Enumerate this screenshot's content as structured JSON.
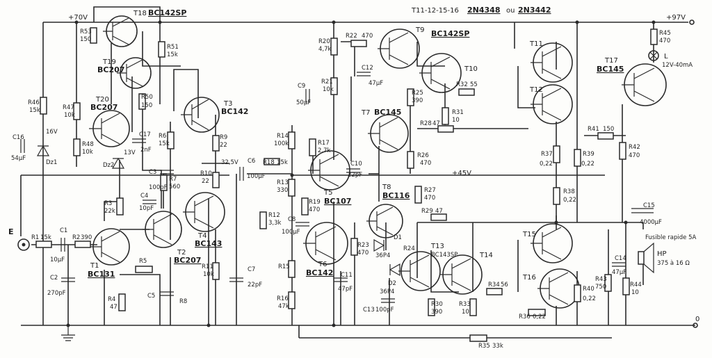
{
  "rails": {
    "v70": "+70V",
    "v97": "+97V",
    "v45": "+45V",
    "out": "0",
    "input": "E"
  },
  "header": {
    "tr_group": "T11-12-15-16",
    "part_a": "2N4348",
    "sep": "ou",
    "part_b": "2N3442"
  },
  "transistors": [
    {
      "ref": "T18",
      "type": "BC142SP"
    },
    {
      "ref": "T19",
      "type": "BC207"
    },
    {
      "ref": "T20",
      "type": "BC207"
    },
    {
      "ref": "T3",
      "type": "BC142"
    },
    {
      "ref": "T1",
      "type": "BC131"
    },
    {
      "ref": "T2",
      "type": "BC207"
    },
    {
      "ref": "T4",
      "type": "BC143"
    },
    {
      "ref": "T5",
      "type": "BC107"
    },
    {
      "ref": "T6",
      "type": "BC142"
    },
    {
      "ref": "T7",
      "type": "BC145"
    },
    {
      "ref": "T8",
      "type": "BC116"
    },
    {
      "ref": "T9",
      "type": "BC142SP"
    },
    {
      "ref": "T10",
      "type": ""
    },
    {
      "ref": "T11",
      "type": ""
    },
    {
      "ref": "T12",
      "type": ""
    },
    {
      "ref": "T13",
      "type": "BC143SP"
    },
    {
      "ref": "T14",
      "type": ""
    },
    {
      "ref": "T15",
      "type": ""
    },
    {
      "ref": "T16",
      "type": ""
    },
    {
      "ref": "T17",
      "type": "BC145"
    }
  ],
  "resistors": [
    {
      "ref": "R53",
      "value": "150"
    },
    {
      "ref": "R51",
      "value": "15k"
    },
    {
      "ref": "R46",
      "value": "15k"
    },
    {
      "ref": "R47",
      "value": "10k"
    },
    {
      "ref": "R48",
      "value": "10k"
    },
    {
      "ref": "R50",
      "value": "150"
    },
    {
      "ref": "R6",
      "value": "15k"
    },
    {
      "ref": "R7",
      "value": "560"
    },
    {
      "ref": "R9",
      "value": "22"
    },
    {
      "ref": "R10",
      "value": "22"
    },
    {
      "ref": "R3",
      "value": "22k"
    },
    {
      "ref": "R1",
      "value": "15k"
    },
    {
      "ref": "R2",
      "value": "390"
    },
    {
      "ref": "R5",
      "value": ""
    },
    {
      "ref": "R4",
      "value": "47"
    },
    {
      "ref": "R8",
      "value": ""
    },
    {
      "ref": "R11",
      "value": "10k"
    },
    {
      "ref": "R12",
      "value": "3,3k"
    },
    {
      "ref": "R13",
      "value": "330"
    },
    {
      "ref": "R14",
      "value": "100k"
    },
    {
      "ref": "R15",
      "value": ""
    },
    {
      "ref": "R16",
      "value": "47k"
    },
    {
      "ref": "R17",
      "value": "2,7k"
    },
    {
      "ref": "R18",
      "value": "15k"
    },
    {
      "ref": "R19",
      "value": "470"
    },
    {
      "ref": "R20",
      "value": "4,7k"
    },
    {
      "ref": "R21",
      "value": "10k"
    },
    {
      "ref": "R22",
      "value": "470"
    },
    {
      "ref": "R23",
      "value": "470"
    },
    {
      "ref": "R24",
      "value": ""
    },
    {
      "ref": "R25",
      "value": "390"
    },
    {
      "ref": "R26",
      "value": "470"
    },
    {
      "ref": "R27",
      "value": "470"
    },
    {
      "ref": "R28",
      "value": "47"
    },
    {
      "ref": "R29",
      "value": "47"
    },
    {
      "ref": "R30",
      "value": "390"
    },
    {
      "ref": "R31",
      "value": "10"
    },
    {
      "ref": "R32",
      "value": "55"
    },
    {
      "ref": "R33",
      "value": "10"
    },
    {
      "ref": "R34",
      "value": "56"
    },
    {
      "ref": "R35",
      "value": "33k"
    },
    {
      "ref": "R36",
      "value": "0,22"
    },
    {
      "ref": "R37",
      "value": "0,22"
    },
    {
      "ref": "R38",
      "value": "0,22"
    },
    {
      "ref": "R39",
      "value": "0,22"
    },
    {
      "ref": "R40",
      "value": "0,22"
    },
    {
      "ref": "R41",
      "value": "150"
    },
    {
      "ref": "R42",
      "value": "470"
    },
    {
      "ref": "R43",
      "value": "750"
    },
    {
      "ref": "R44",
      "value": "10"
    },
    {
      "ref": "R45",
      "value": "470"
    }
  ],
  "capacitors": [
    {
      "ref": "C1",
      "value": "10µF"
    },
    {
      "ref": "C2",
      "value": "270pF"
    },
    {
      "ref": "C3",
      "value": "100pF"
    },
    {
      "ref": "C4",
      "value": "10pF"
    },
    {
      "ref": "C5",
      "value": ""
    },
    {
      "ref": "C6",
      "value": "100µF"
    },
    {
      "ref": "C7",
      "value": "22pF"
    },
    {
      "ref": "C8",
      "value": "100µF"
    },
    {
      "ref": "C9",
      "value": "50µF"
    },
    {
      "ref": "C10",
      "value": "22pF"
    },
    {
      "ref": "C11",
      "value": "47pF"
    },
    {
      "ref": "C12",
      "value": "47µF"
    },
    {
      "ref": "C13",
      "value": "100pF"
    },
    {
      "ref": "C14",
      "value": "47µF"
    },
    {
      "ref": "C15",
      "value": "4000µF"
    },
    {
      "ref": "C16",
      "value": "54µF"
    },
    {
      "ref": "C17",
      "value": "2nF"
    }
  ],
  "diodes": [
    {
      "ref": "D1",
      "value": "36P4"
    },
    {
      "ref": "D2",
      "value": "36P4"
    },
    {
      "ref": "Dz1",
      "value": "16V"
    },
    {
      "ref": "Dz2",
      "value": "13V"
    }
  ],
  "misc": {
    "v325": "32,5V",
    "lamp_ref": "L",
    "lamp_value": "12V-40mA",
    "fuse": "Fusible rapide 5A",
    "speaker_ref": "HP",
    "speaker_value": "375 à 16 Ω"
  }
}
